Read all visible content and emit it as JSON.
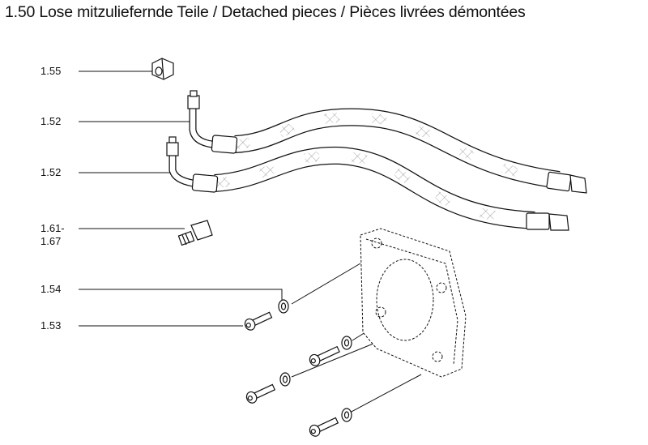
{
  "title": "1.50 Lose mitzuliefernde Teile / Detached pieces / Pièces livrées démontées",
  "callouts": [
    {
      "label": "1.55",
      "part": "nut"
    },
    {
      "label": "1.52",
      "part": "hose-upper"
    },
    {
      "label": "1.52",
      "part": "hose-lower"
    },
    {
      "label": "1.61-",
      "label2": "1.67",
      "part": "adapter-fitting"
    },
    {
      "label": "1.54",
      "part": "washer"
    },
    {
      "label": "1.53",
      "part": "socket-screw"
    }
  ]
}
